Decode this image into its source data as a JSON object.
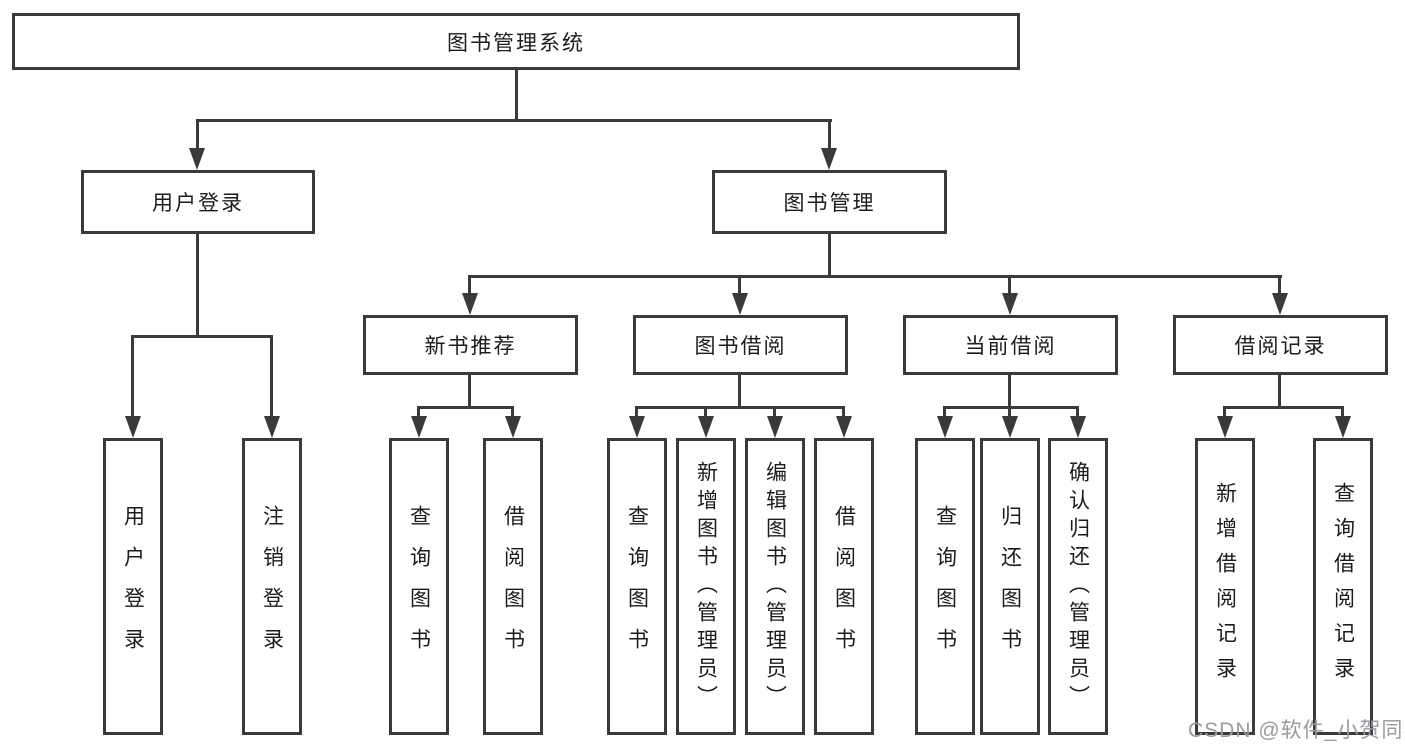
{
  "colors": {
    "line": "#3a3a3a",
    "text": "#1c1c1c",
    "background": "#ffffff",
    "watermark": "#9b9ba1"
  },
  "nodes": {
    "root": "图书管理系统",
    "user_login": "用户登录",
    "book_mgmt": "图书管理",
    "new_book_rec": "新书推荐",
    "book_borrow": "图书借阅",
    "current_borrow": "当前借阅",
    "borrow_records": "借阅记录",
    "leaf_user_login": "用户登录",
    "leaf_logout": "注销登录",
    "leaf_nbr_query": "查询图书",
    "leaf_nbr_borrow": "借阅图书",
    "leaf_bb_query": "查询图书",
    "leaf_bb_add": "新增图书（管理员）",
    "leaf_bb_edit": "编辑图书（管理员）",
    "leaf_bb_borrow": "借阅图书",
    "leaf_cb_query": "查询图书",
    "leaf_cb_return": "归还图书",
    "leaf_cb_confirm": "确认归还（管理员）",
    "leaf_br_add": "新增借阅记录",
    "leaf_br_query": "查询借阅记录"
  },
  "watermark": "CSDN @软件_小贺同学"
}
